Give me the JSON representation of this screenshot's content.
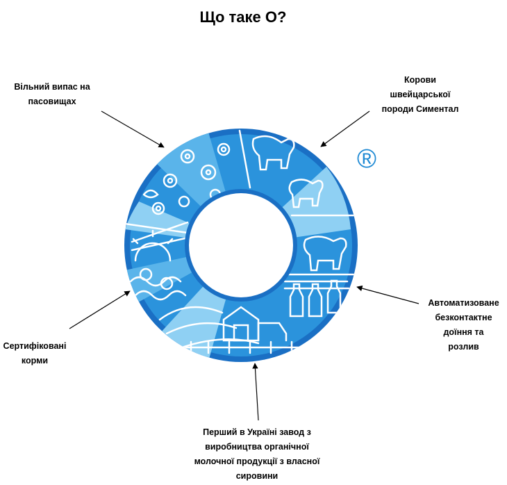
{
  "title": "Що таке О?",
  "labels": {
    "pasture": [
      "Вільний випас на",
      "пасовищах"
    ],
    "cows": [
      "Корови",
      "швейцарської",
      "породи Симентал"
    ],
    "auto": [
      "Автоматизоване",
      "безконтактне",
      "доїння та",
      "розлив"
    ],
    "feed": [
      "Сертифіковані",
      "корми"
    ],
    "factory": [
      "Перший в Україні завод з",
      "виробництва органічної",
      "молочної продукції з власної",
      "сировини"
    ]
  },
  "registered_mark": "®",
  "colors": {
    "ring_outer": "#1a6fc4",
    "ring_main": "#2b93dc",
    "ring_light": "#8fd0f3",
    "line_art": "#ffffff"
  },
  "icons": [
    "flower-icon",
    "cow-icon",
    "sun-icon",
    "barn-icon",
    "bottle-icon"
  ]
}
